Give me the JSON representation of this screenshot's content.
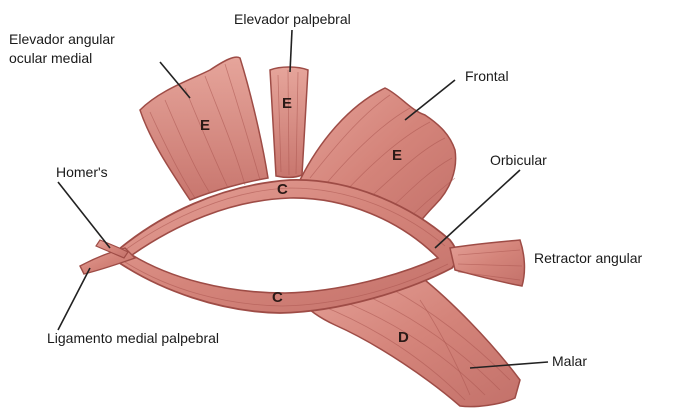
{
  "labels": {
    "elevador_palpebral": "Elevador palpebral",
    "elevador_angular_line1": "Elevador angular",
    "elevador_angular_line2": "ocular medial",
    "frontal": "Frontal",
    "homers": "Homer's",
    "orbicular": "Orbicular",
    "retractor_angular": "Retractor angular",
    "ligamento": "Ligamento medial palpebral",
    "malar": "Malar"
  },
  "muscle_letters": {
    "e_left": "E",
    "e_center": "E",
    "e_right": "E",
    "c_upper": "C",
    "c_lower": "C",
    "d": "D"
  },
  "colors": {
    "muscle_fill": "#d98a80",
    "muscle_dark": "#b85f58",
    "muscle_outline": "#9e4c46",
    "text": "#1a1a1a",
    "background": "#ffffff"
  }
}
